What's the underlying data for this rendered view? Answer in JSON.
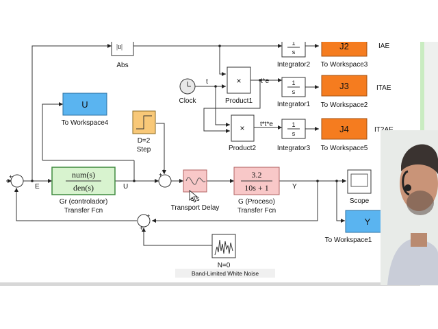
{
  "blocks": {
    "abs": {
      "name": "Abs",
      "glyph": "|u|"
    },
    "clock": {
      "name": "Clock"
    },
    "product1": {
      "name": "Product1",
      "glyph": "×"
    },
    "product2": {
      "name": "Product2",
      "glyph": "×"
    },
    "integrator2": {
      "name": "Integrator2",
      "num": "1",
      "den": "s"
    },
    "integrator1": {
      "name": "Integrator1",
      "num": "1",
      "den": "s"
    },
    "integrator3": {
      "name": "Integrator3",
      "num": "1",
      "den": "s"
    },
    "ws3": {
      "name": "To Workspace3",
      "var": "J2",
      "label": "IAE"
    },
    "ws2": {
      "name": "To Workspace2",
      "var": "J3",
      "label": "ITAE"
    },
    "ws5": {
      "name": "To Workspace5",
      "var": "J4",
      "label": "IT2AE"
    },
    "ws4": {
      "name": "To Workspace4",
      "var": "U"
    },
    "step": {
      "name": "Step",
      "param": "D=2"
    },
    "controller": {
      "name1": "Gr (controlador)",
      "name2": "Transfer Fcn",
      "num": "num(s)",
      "den": "den(s)"
    },
    "delay": {
      "name": "Transport Delay",
      "param": "3 s"
    },
    "process": {
      "name1": "G (Proceso)",
      "name2": "Transfer Fcn",
      "num": "3.2",
      "den": "10s + 1"
    },
    "scope": {
      "name": "Scope"
    },
    "ws1": {
      "name": "To Workspace1",
      "var": "Y"
    },
    "noise": {
      "param": "N=0",
      "name": "Band-Limited White Noise"
    }
  },
  "signals": {
    "t": "t",
    "te": "t*e",
    "tte": "t*t*e",
    "e": "E",
    "u": "U",
    "y": "Y"
  },
  "colors": {
    "orange": "#f57c1f",
    "blue": "#5ab4f0",
    "green": "#d8f3cf",
    "pink": "#f8c8c8",
    "stepfill": "#f8c878"
  }
}
